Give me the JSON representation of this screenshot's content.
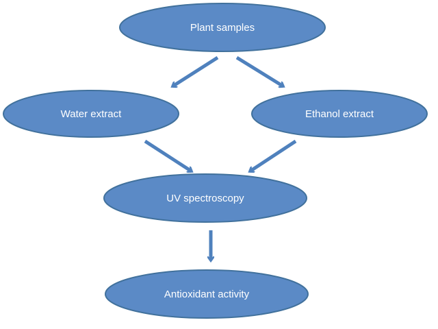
{
  "diagram": {
    "colors": {
      "node_fill": "#5b8ac6",
      "node_stroke": "#41719c",
      "arrow": "#4f81bd",
      "text": "#ffffff"
    },
    "nodes": [
      {
        "id": "plant-samples",
        "label": "Plant samples"
      },
      {
        "id": "water-extract",
        "label": "Water extract"
      },
      {
        "id": "ethanol-extract",
        "label": "Ethanol extract"
      },
      {
        "id": "uv-spectroscopy",
        "label": "UV spectroscopy"
      },
      {
        "id": "antioxidant-activity",
        "label": "Antioxidant activity"
      }
    ],
    "edges": [
      {
        "from": "plant-samples",
        "to": "water-extract"
      },
      {
        "from": "plant-samples",
        "to": "ethanol-extract"
      },
      {
        "from": "water-extract",
        "to": "uv-spectroscopy"
      },
      {
        "from": "ethanol-extract",
        "to": "uv-spectroscopy"
      },
      {
        "from": "uv-spectroscopy",
        "to": "antioxidant-activity"
      }
    ]
  }
}
